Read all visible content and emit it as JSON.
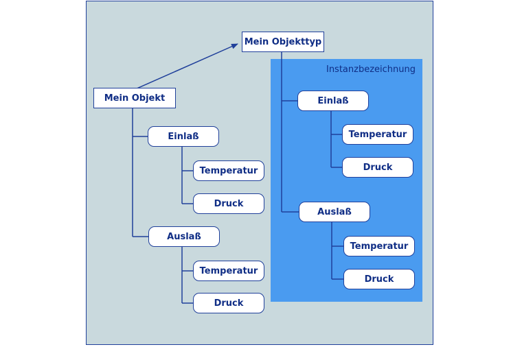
{
  "diagram": {
    "instance_label": "Instanzbezeichnung",
    "type_node": "Mein Objekttyp",
    "object_node": "Mein Objekt",
    "left_tree": {
      "inlet": "Einlaß",
      "inlet_temp": "Temperatur",
      "inlet_pressure": "Druck",
      "outlet": "Auslaß",
      "outlet_temp": "Temperatur",
      "outlet_pressure": "Druck"
    },
    "right_tree": {
      "inlet": "Einlaß",
      "inlet_temp": "Temperatur",
      "inlet_pressure": "Druck",
      "outlet": "Auslaß",
      "outlet_temp": "Temperatur",
      "outlet_pressure": "Druck"
    }
  },
  "colors": {
    "frame_bg": "#c9d9dd",
    "instance_bg": "#4a9bf0",
    "line": "#1f3f9a",
    "text": "#0f2d85"
  }
}
